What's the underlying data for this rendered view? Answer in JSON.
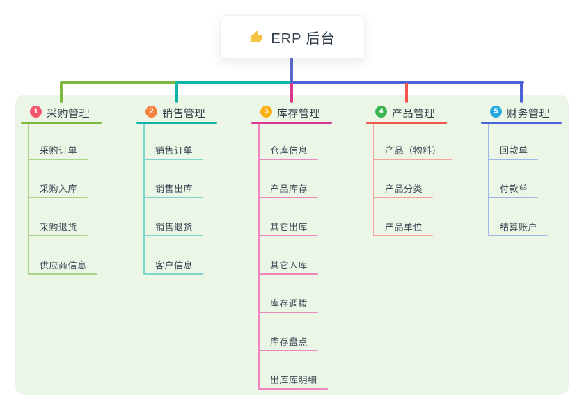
{
  "root": {
    "title": "ERP 后台",
    "icon": "thumbs-up-icon"
  },
  "colors": {
    "panel_bg": "#ebf6e6",
    "root_drop_line": "#5a68c9",
    "thumb_fill": "#f6c445",
    "root_text": "#33404d"
  },
  "branches": [
    {
      "index": "1",
      "title": "采购管理",
      "badge_color": "#f2566c",
      "line_color": "#7cb93e",
      "child_line_color": "#a9d488",
      "children": [
        "采购订单",
        "采购入库",
        "采购退货",
        "供应商信息"
      ]
    },
    {
      "index": "2",
      "title": "销售管理",
      "badge_color": "#f5813f",
      "line_color": "#11b3a8",
      "child_line_color": "#7fd4cc",
      "children": [
        "销售订单",
        "销售出库",
        "销售退货",
        "客户信息"
      ]
    },
    {
      "index": "3",
      "title": "库存管理",
      "badge_color": "#f9b016",
      "line_color": "#d9378f",
      "child_line_color": "#ef86bd",
      "children": [
        "仓库信息",
        "产品库存",
        "其它出库",
        "其它入库",
        "库存调拨",
        "库存盘点",
        "出库库明细"
      ]
    },
    {
      "index": "4",
      "title": "产品管理",
      "badge_color": "#3cb550",
      "line_color": "#f2564d",
      "child_line_color": "#f8a29c",
      "children": [
        "产品（物料）",
        "产品分类",
        "产品单位"
      ]
    },
    {
      "index": "5",
      "title": "财务管理",
      "badge_color": "#29a9e1",
      "line_color": "#4a63d8",
      "child_line_color": "#9fb6ea",
      "children": [
        "回款单",
        "付款单",
        "结算账户"
      ]
    }
  ]
}
